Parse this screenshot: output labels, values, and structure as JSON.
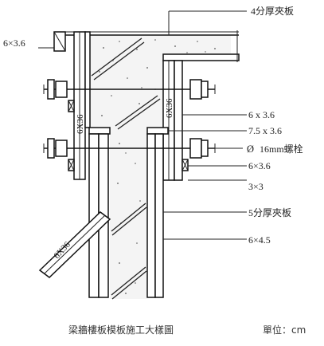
{
  "labels": {
    "top_plywood": "4分厚夾板",
    "top_left": "6×3.6",
    "r_6x36_a": "6 x 3.6",
    "r_75x36": "7.5 x 3.6",
    "r_bolt": "16mm螺栓",
    "bolt_symbol": "Ø",
    "r_6x36_b": "6×3.6",
    "r_3x3": "3×3",
    "r_5fen": "5分厚夾板",
    "r_6x45": "6×4.5",
    "stud_left": "6X36",
    "stud_right": "6X36",
    "brace": "6X36"
  },
  "caption": {
    "title": "梁牆樓板模板施工大樣圖",
    "unit": "單位：cm"
  }
}
